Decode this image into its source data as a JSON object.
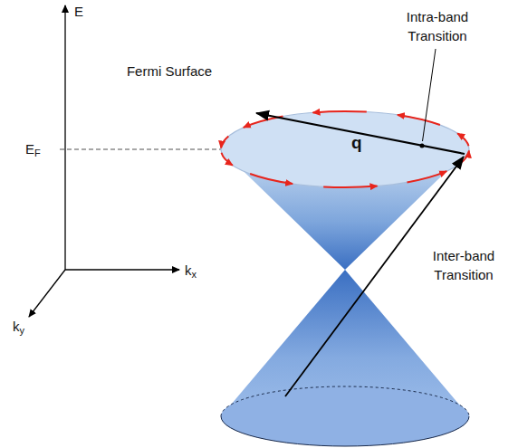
{
  "diagram": {
    "labels": [
      "E",
      "Fermi Surface",
      "EF",
      "Intra-band Transition",
      "q",
      "Inter-band Transition",
      "kx",
      "ky"
    ]
  }
}
